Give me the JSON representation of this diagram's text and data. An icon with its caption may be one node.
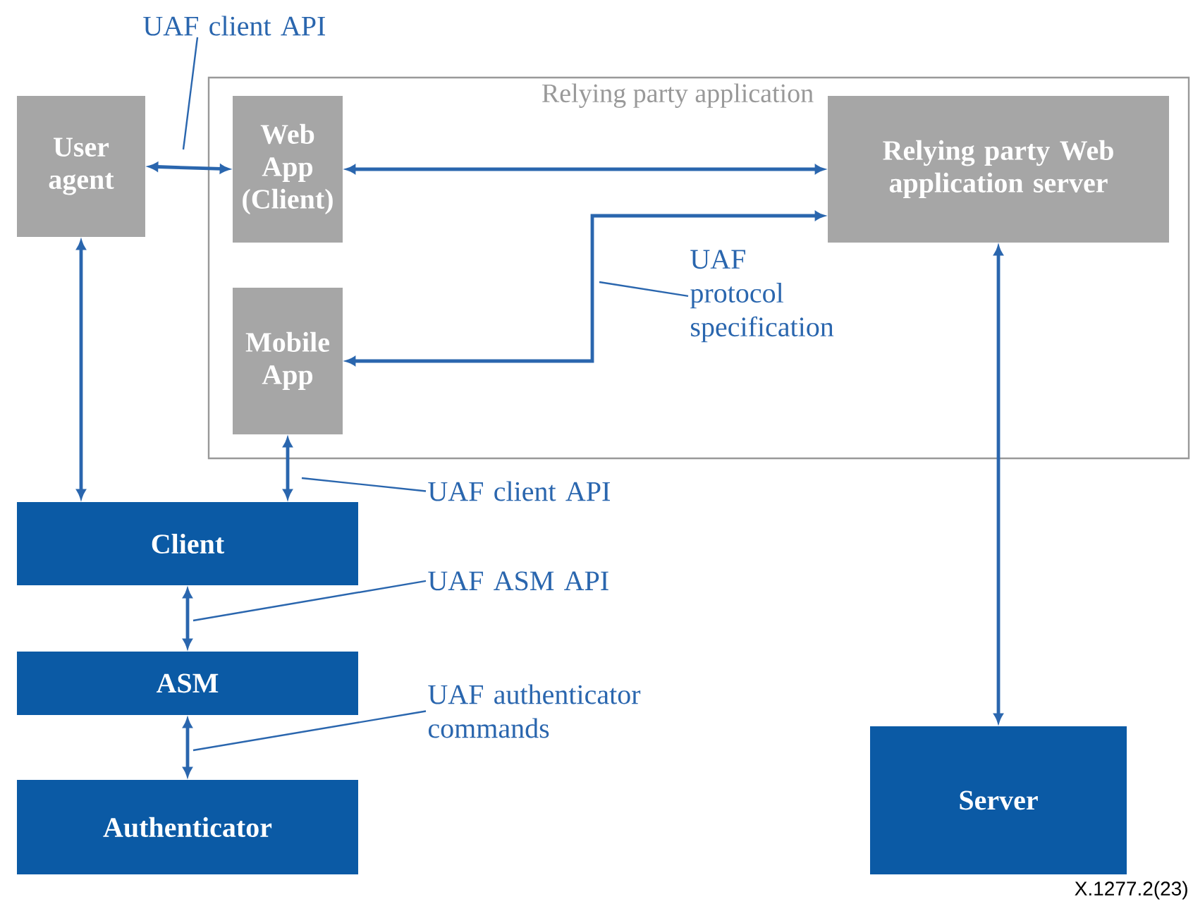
{
  "diagram": {
    "nodes": [
      {
        "text": [
          "User agent"
        ]
      },
      {
        "text": [
          "Relying party application"
        ]
      },
      {
        "text": [
          "Web App (Client)"
        ],
        "in": 1
      },
      {
        "text": [
          "Relying party Web application server"
        ],
        "in": 1
      },
      {
        "text": [
          "Mobile App"
        ],
        "in": 1
      },
      {
        "text": [
          "Client"
        ]
      },
      {
        "text": [
          "ASM"
        ]
      },
      {
        "text": [
          "Authenticator"
        ]
      },
      {
        "text": [
          "Server"
        ]
      },
      {
        "text": [
          "UAF client API"
        ]
      },
      {
        "text": [
          "UAF protocol specification"
        ],
        "in": 1
      },
      {
        "text": [
          "UAF client API"
        ]
      },
      {
        "text": [
          "UAF ASM API"
        ]
      },
      {
        "text": [
          "UAF authenticator commands"
        ]
      }
    ],
    "edges": [
      {
        "from": 0,
        "to": 2,
        "arrow": "both"
      },
      {
        "from": 2,
        "to": 3,
        "arrow": "both"
      },
      {
        "from": 3,
        "to": 4,
        "arrow": "both"
      },
      {
        "from": 0,
        "to": 5,
        "arrow": "both"
      },
      {
        "from": 4,
        "to": 5,
        "arrow": "both"
      },
      {
        "from": 5,
        "to": 6,
        "arrow": "both"
      },
      {
        "from": 6,
        "to": 7,
        "arrow": "both"
      },
      {
        "from": 3,
        "to": 8,
        "arrow": "both"
      },
      {
        "from": 9,
        "to": null,
        "arrow": "none"
      },
      {
        "from": 10,
        "to": null,
        "arrow": "none"
      },
      {
        "from": 11,
        "to": null,
        "arrow": "none"
      },
      {
        "from": 12,
        "to": null,
        "arrow": "none"
      },
      {
        "from": 13,
        "to": null,
        "arrow": "none"
      }
    ],
    "labels": [
      "X.1277.2(23)"
    ]
  }
}
